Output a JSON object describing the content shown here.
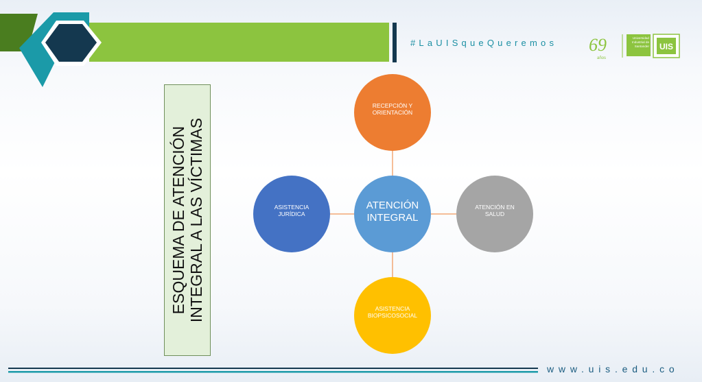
{
  "header": {
    "hashtag": "#LaUISqueQueremos"
  },
  "logo": {
    "anniversary": "69",
    "anniversary_sub": "años",
    "university_name": "Universidad Industrial de Santander",
    "monogram": "UIS"
  },
  "title": {
    "line1": "ESQUEMA DE ATENCIÓN",
    "line2": "INTEGRAL A LAS VÍCTIMAS"
  },
  "diagram": {
    "center": {
      "label": "ATENCIÓN INTEGRAL",
      "color": "#5b9bd5"
    },
    "nodes": [
      {
        "label": "RECEPCIÓN Y ORIENTACIÓN",
        "color": "#ed7d31"
      },
      {
        "label": "ATENCIÓN EN SALUD",
        "color": "#a5a5a5"
      },
      {
        "label": "ASISTENCIA BIOPSICOSOCIAL",
        "color": "#ffc000"
      },
      {
        "label": "ASISTENCIA JURÍDICA",
        "color": "#4472c4"
      }
    ]
  },
  "footer": {
    "url": "www.uis.edu.co"
  },
  "colors": {
    "banner_green": "#8cc43f",
    "banner_teal": "#1b9aa8",
    "banner_navy": "#14384f",
    "accent_text": "#1b8fa3"
  }
}
